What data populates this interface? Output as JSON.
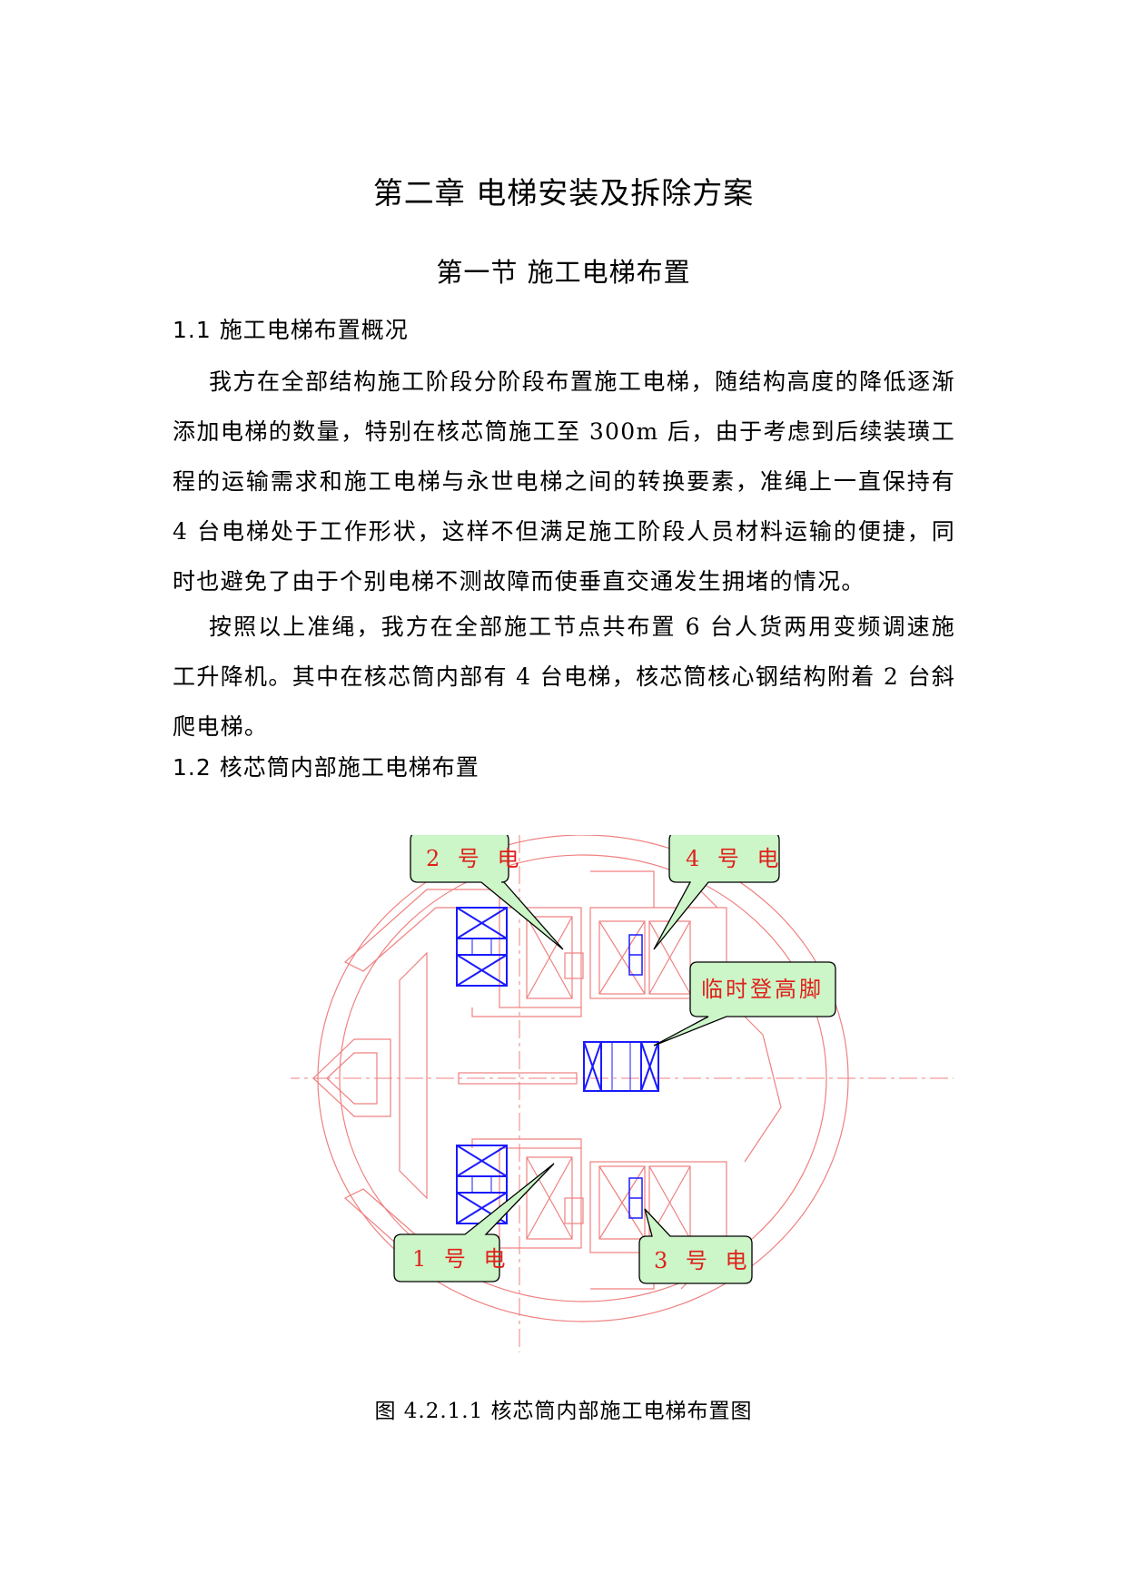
{
  "chapter_title": "第二章 电梯安装及拆除方案",
  "section_title": "第一节 施工电梯布置",
  "subsections": [
    {
      "heading": "1.1 施工电梯布置概况"
    },
    {
      "heading": "1.2 核芯筒内部施工电梯布置"
    }
  ],
  "paragraphs": [
    "我方在全部结构施工阶段分阶段布置施工电梯，随结构高度的降低逐渐添加电梯的数量，特别在核芯筒施工至 300m 后，由于考虑到后续装璜工程的运输需求和施工电梯与永世电梯之间的转换要素，准绳上一直保持有 4 台电梯处于工作形状，这样不但满足施工阶段人员材料运输的便捷，同时也避免了由于个别电梯不测故障而使垂直交通发生拥堵的情况。",
    "按照以上准绳，我方在全部施工节点共布置 6 台人货两用变频调速施工升降机。其中在核芯筒内部有 4 台电梯，核芯筒核心钢结构附着 2 台斜爬电梯。"
  ],
  "figure": {
    "callouts": {
      "elevator_2": "2 号 电",
      "elevator_4": "4 号 电",
      "temp_platform": "临时登高脚",
      "elevator_1": "1 号 电",
      "elevator_3": "3 号 电"
    },
    "colors": {
      "structure": "#f08080",
      "elevator": "#1a1aff",
      "callout_fill": "#ccf5c8",
      "callout_text": "#e0201a"
    },
    "caption": "图 4.2.1.1 核芯筒内部施工电梯布置图"
  }
}
